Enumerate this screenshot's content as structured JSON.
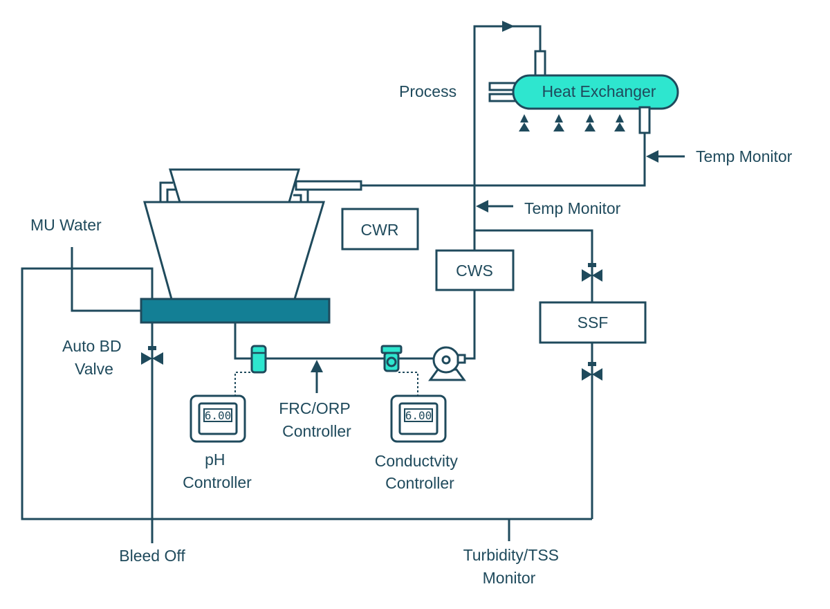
{
  "labels": {
    "heat_exchanger": "Heat Exchanger",
    "process": "Process",
    "temp_monitor_upper": "Temp Monitor",
    "temp_monitor_lower": "Temp Monitor",
    "cwr": "CWR",
    "cws": "CWS",
    "ssf": "SSF",
    "mu_water": "MU Water",
    "auto_bd_valve": [
      "Auto BD",
      "Valve"
    ],
    "ph_controller": [
      "pH",
      "Controller"
    ],
    "frc_orp_controller": [
      "FRC/ORP",
      "Controller"
    ],
    "conductivity_controller": [
      "Conductvity",
      "Controller"
    ],
    "bleed_off": "Bleed Off",
    "turbidity_monitor": [
      "Turbidity/TSS",
      "Monitor"
    ]
  },
  "displays": {
    "ph_reading": "6.00",
    "conductivity_reading": "6.00"
  },
  "colors": {
    "line": "#1f4a5c",
    "accent": "#2ee6cf",
    "basin": "#137f95"
  }
}
